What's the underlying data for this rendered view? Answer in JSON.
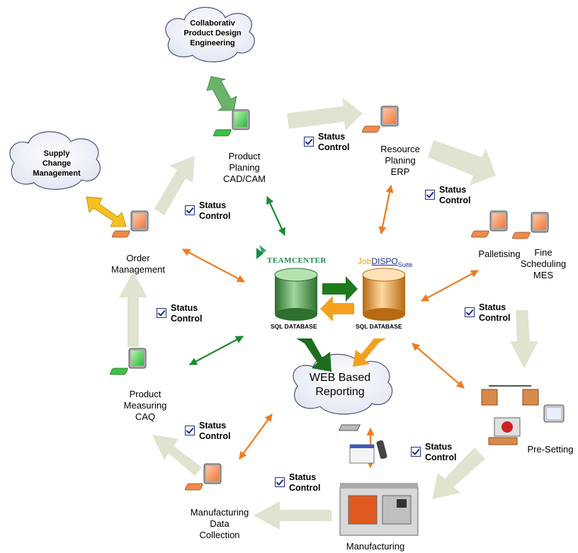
{
  "clouds": {
    "collab": "Collaborativ\nProduct Design\nEngineering",
    "supply": "Supply\nChange\nManagement",
    "web": "WEB Based\nReporting"
  },
  "nodes": {
    "product_planing": "Product\nPlaning\nCAD/CAM",
    "resource_planing": "Resource\nPlaning\nERP",
    "palletising": "Palletising",
    "fine_scheduling": "Fine\nScheduling\nMES",
    "pre_setting": "Pre-Setting",
    "manufacturing": "Manufacturing",
    "mdc": "Manufacturing\nData\nCollection",
    "caq": "Product\nMeasuring\nCAQ",
    "order": "Order\nManagement"
  },
  "status_line1": "Status",
  "status_line2": "Control",
  "databases": {
    "left": "SQL DATABASE",
    "right": "SQL DATABASE"
  },
  "logos": {
    "teamcenter": "TEAMCENTER",
    "job": "Job",
    "dispo": "DISPO",
    "suite": "Suite"
  },
  "colors": {
    "cycle_arrow": "#dfe3cf",
    "orange": "#f07a1e",
    "green": "#1a8a2e",
    "dark_green": "#1d6e1d",
    "status_box": "#1f2c8c",
    "cloud_fill": "#eef1f8"
  }
}
